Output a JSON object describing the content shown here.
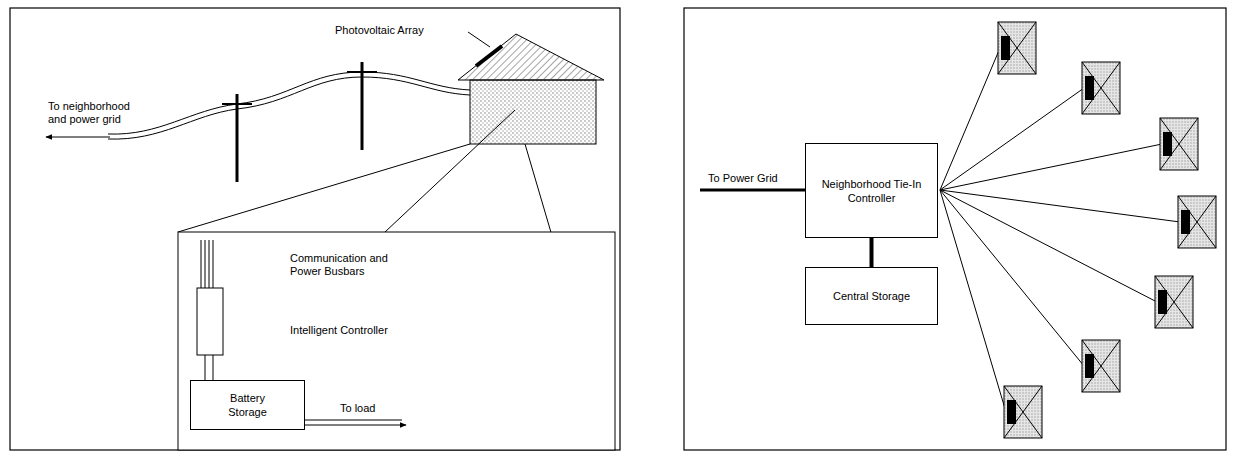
{
  "diagram": {
    "nodes": [
      {
        "text": [
          "Battery Storage"
        ]
      },
      {
        "text": [
          "Neighborhood Tie-In Controller"
        ]
      },
      {
        "text": [
          "Central Storage"
        ]
      }
    ],
    "edges": [
      {
        "from": 1,
        "to": 2,
        "arrow": "none"
      }
    ],
    "labels": [
      "Photovoltaic Array",
      "To neighborhood and power grid",
      "Communication and Power Busbars",
      "Intelligent Controller",
      "To load",
      "To Power Grid"
    ]
  }
}
